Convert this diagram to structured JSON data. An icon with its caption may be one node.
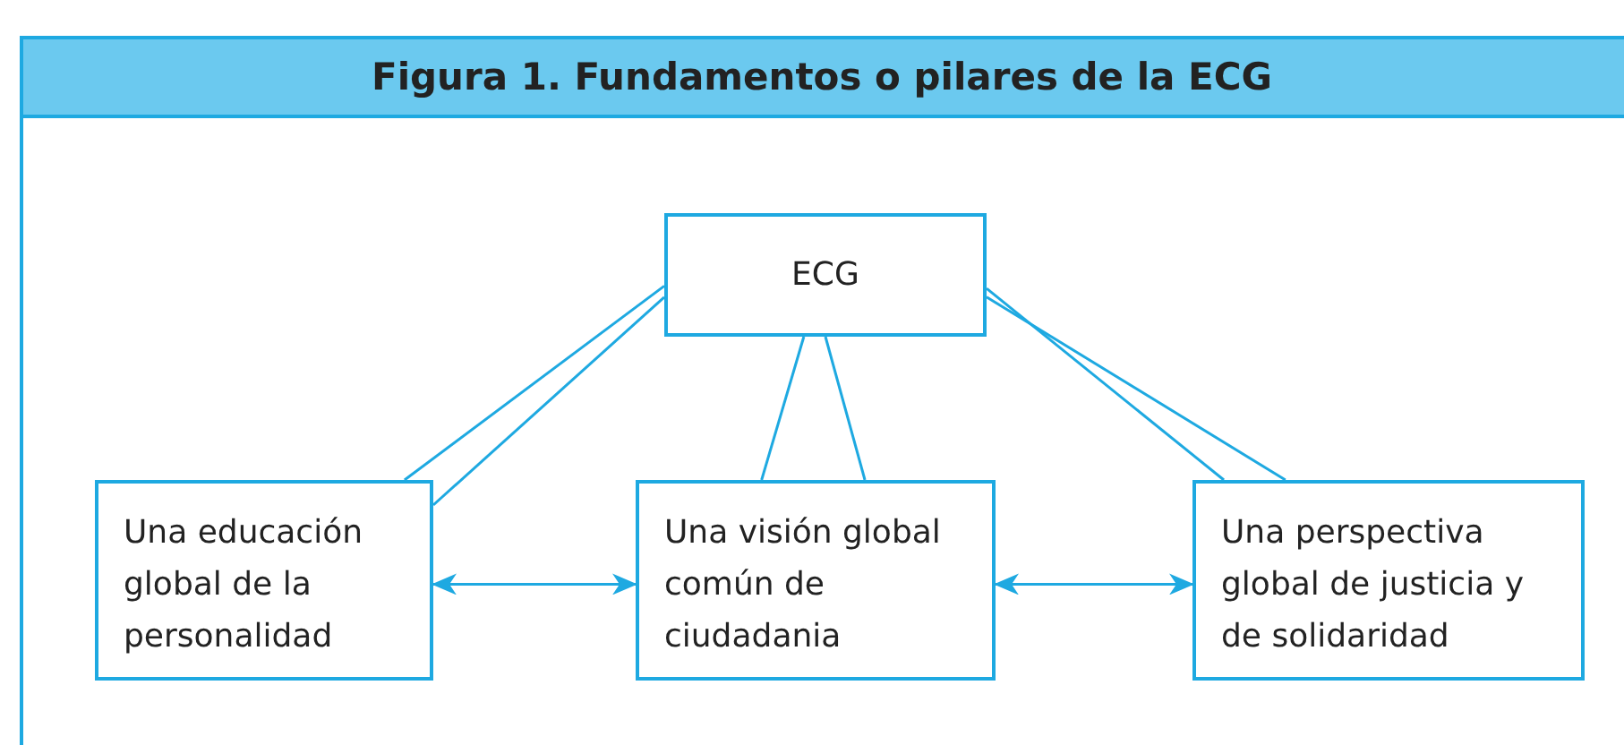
{
  "diagram": {
    "title": "Figura 1. Fundamentos o pilares de la ECG",
    "nodes": [
      {
        "text": [
          "ECG"
        ]
      },
      {
        "text": [
          "Una educación global de la personalidad"
        ]
      },
      {
        "text": [
          "Una visión global común de ciudadania"
        ]
      },
      {
        "text": [
          "Una perspectiva global de justicia y de solidaridad"
        ]
      }
    ],
    "edges": [
      {
        "from": 0,
        "to": 1,
        "arrow": "none"
      },
      {
        "from": 0,
        "to": 1,
        "arrow": "none"
      },
      {
        "from": 0,
        "to": 2,
        "arrow": "none"
      },
      {
        "from": 0,
        "to": 2,
        "arrow": "none"
      },
      {
        "from": 0,
        "to": 3,
        "arrow": "none"
      },
      {
        "from": 0,
        "to": 3,
        "arrow": "none"
      },
      {
        "from": 1,
        "to": 2,
        "arrow": "both"
      },
      {
        "from": 2,
        "to": 3,
        "arrow": "both"
      }
    ]
  }
}
